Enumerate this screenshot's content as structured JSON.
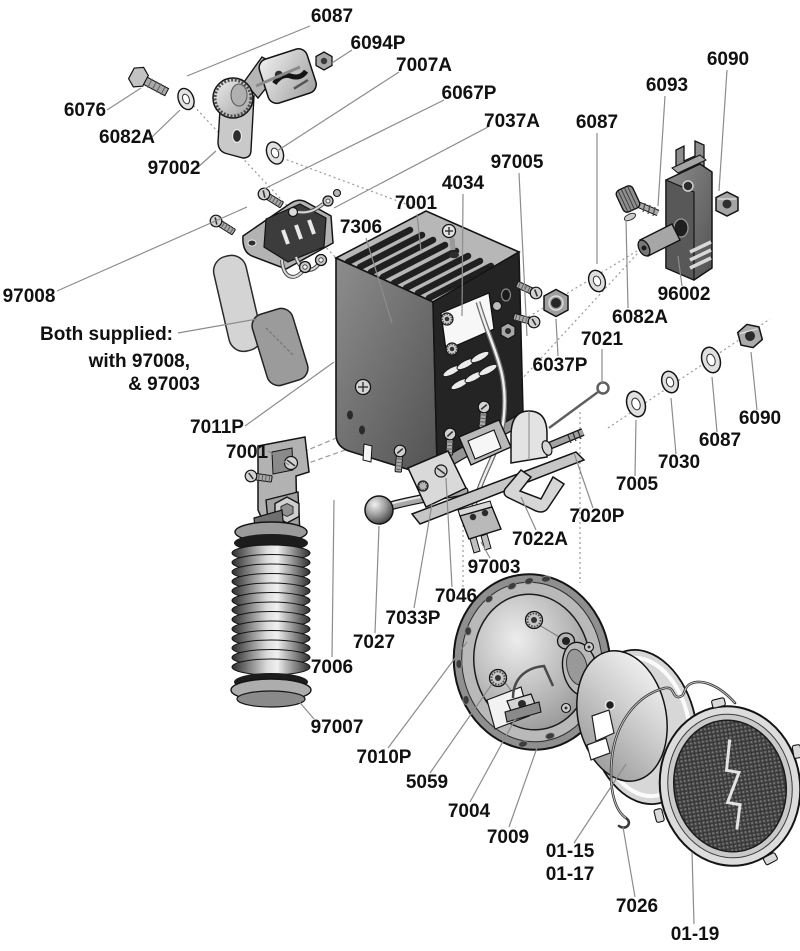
{
  "diagram": {
    "type": "exploded-parts-diagram",
    "colors": {
      "background": "#ffffff",
      "leader_line": "#8c8c8c",
      "construction_line": "#9a9a9a",
      "label_text": "#111111",
      "outline": "#141414"
    },
    "note": {
      "line1": "Both supplied:",
      "line2": "with 97008,",
      "line3": "& 97003"
    },
    "labels": {
      "top_6087": "6087",
      "top_6094p": "6094P",
      "top_7007a": "7007A",
      "top_6067p": "6067P",
      "top_7037a": "7037A",
      "top_97005": "97005",
      "top_4034": "4034",
      "top_7001": "7001",
      "top_7306": "7306",
      "right_6087": "6087",
      "right_6093": "6093",
      "right_6090": "6090",
      "left_6076": "6076",
      "left_6082a": "6082A",
      "left_97002": "97002",
      "right_96002": "96002",
      "mid_6082a": "6082A",
      "left_97008": "97008",
      "mid_7011p": "7011P",
      "mid_7001": "7001",
      "chain_6090": "6090",
      "chain_6087": "6087",
      "chain_7030": "7030",
      "chain_7005": "7005",
      "mid_7021": "7021",
      "mid_6037p": "6037P",
      "mid_7020p": "7020P",
      "mid_7022a": "7022A",
      "mid_97003": "97003",
      "mid_7046": "7046",
      "mid_7033p": "7033P",
      "mid_7027": "7027",
      "mid_7006": "7006",
      "left_97007": "97007",
      "low_7010p": "7010P",
      "low_5059": "5059",
      "low_7004": "7004",
      "low_7009": "7009",
      "low_0115": "01-15",
      "low_0117": "01-17",
      "low_7026": "7026",
      "low_0119": "01-19"
    }
  }
}
